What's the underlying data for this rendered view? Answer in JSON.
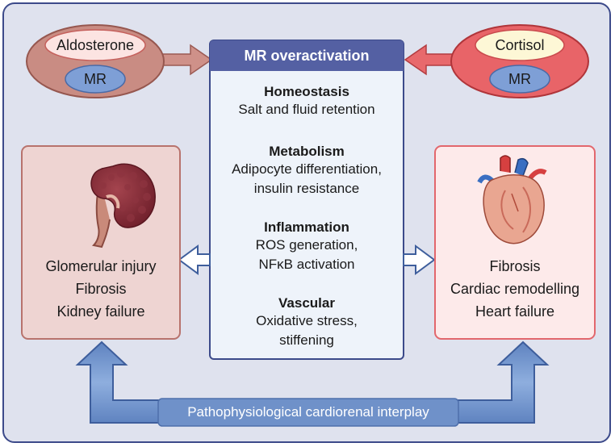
{
  "aldosterone": {
    "label": "Aldosterone",
    "receptor": "MR"
  },
  "cortisol": {
    "label": "Cortisol",
    "receptor": "MR"
  },
  "center": {
    "title": "MR overactivation",
    "sections": [
      {
        "heading": "Homeostasis",
        "lines": [
          "Salt and fluid retention"
        ]
      },
      {
        "heading": "Metabolism",
        "lines": [
          "Adipocyte differentiation,",
          "insulin resistance"
        ]
      },
      {
        "heading": "Inflammation",
        "lines": [
          "ROS generation,",
          "NFκB activation"
        ]
      },
      {
        "heading": "Vascular",
        "lines": [
          "Oxidative stress,",
          "stiffening"
        ]
      }
    ]
  },
  "kidney": {
    "icon": "kidney-icon",
    "lines": [
      "Glomerular injury",
      "Fibrosis",
      "Kidney failure"
    ]
  },
  "heart": {
    "icon": "heart-icon",
    "lines": [
      "Fibrosis",
      "Cardiac remodelling",
      "Heart failure"
    ]
  },
  "bottom_label": "Pathophysiological cardiorenal interplay",
  "colors": {
    "background": "#dfe2ee",
    "frame_border": "#3c4a8a",
    "center_header": "#5460a3",
    "center_body": "#eef3fa",
    "kidney_fill": "#eed4d2",
    "kidney_border": "#b8736d",
    "heart_fill": "#fdeaea",
    "heart_border": "#e2676d",
    "aldosterone_outer": "#c98c83",
    "cortisol_outer": "#e86468",
    "mr_oval": "#7e9fd6",
    "arrow_blue": "#6f91c9"
  }
}
